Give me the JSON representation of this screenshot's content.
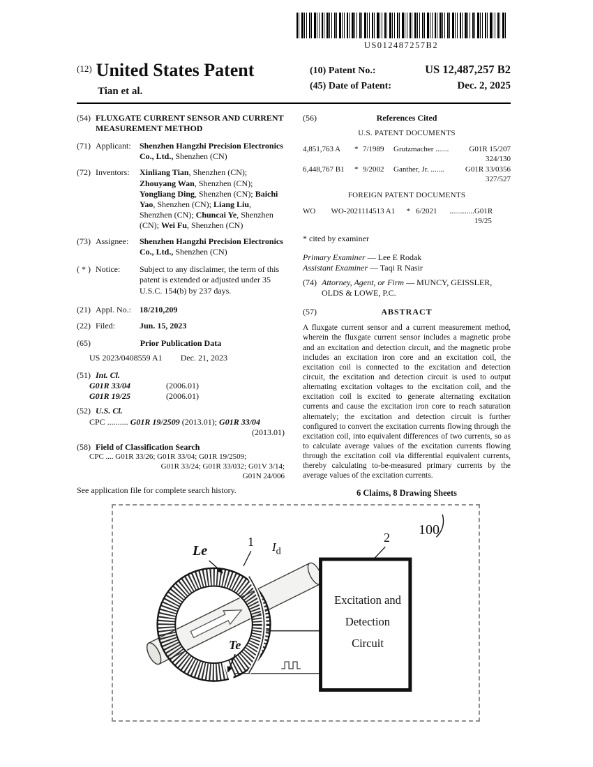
{
  "barcode": {
    "text": "US012487257B2"
  },
  "header": {
    "num12": "(12)",
    "title": "United States Patent",
    "party": "Tian et al.",
    "num10": "(10)",
    "patent_no_label": "Patent No.:",
    "patent_no": "US 12,487,257 B2",
    "num45": "(45)",
    "date_label": "Date of Patent:",
    "date": "Dec. 2, 2025"
  },
  "left": {
    "f54": {
      "num": "(54)",
      "title": "FLUXGATE CURRENT SENSOR AND CURRENT MEASUREMENT METHOD"
    },
    "f71": {
      "num": "(71)",
      "label": "Applicant:",
      "bold": "Shenzhen Hangzhi Precision Electronics Co., Ltd.,",
      "rest": " Shenzhen (CN)"
    },
    "f72": {
      "num": "(72)",
      "label": "Inventors:",
      "entries": [
        {
          "name": "Xinliang Tian",
          "loc": ", Shenzhen (CN); "
        },
        {
          "name": "Zhouyang Wan",
          "loc": ", Shenzhen (CN); "
        },
        {
          "name": "Yongliang Ding",
          "loc": ", Shenzhen (CN); "
        },
        {
          "name": "Baichi Yao",
          "loc": ", Shenzhen (CN); "
        },
        {
          "name": "Liang Liu",
          "loc": ", Shenzhen (CN); "
        },
        {
          "name": "Chuncai Ye",
          "loc": ", Shenzhen (CN); "
        },
        {
          "name": "Wei Fu",
          "loc": ", Shenzhen (CN)"
        }
      ]
    },
    "f73": {
      "num": "(73)",
      "label": "Assignee:",
      "bold": "Shenzhen Hangzhi Precision Electronics Co., Ltd.,",
      "rest": " Shenzhen (CN)"
    },
    "fnotice": {
      "num": "( * )",
      "label": "Notice:",
      "text": "Subject to any disclaimer, the term of this patent is extended or adjusted under 35 U.S.C. 154(b) by 237 days."
    },
    "f21": {
      "num": "(21)",
      "label": "Appl. No.:",
      "value": "18/210,209"
    },
    "f22": {
      "num": "(22)",
      "label": "Filed:",
      "value": "Jun. 15, 2023"
    },
    "f65": {
      "num": "(65)",
      "heading": "Prior Publication Data",
      "pub_no": "US 2023/0408559 A1",
      "pub_date": "Dec. 21, 2023"
    },
    "f51": {
      "num": "(51)",
      "heading": "Int. Cl.",
      "rows": [
        {
          "code": "G01R 33/04",
          "date": "(2006.01)"
        },
        {
          "code": "G01R 19/25",
          "date": "(2006.01)"
        }
      ]
    },
    "f52": {
      "num": "(52)",
      "heading": "U.S. Cl.",
      "prefix": "CPC .......... ",
      "code1": "G01R 19/2509",
      "mid": " (2013.01); ",
      "code2": "G01R 33/04",
      "line2": "(2013.01)"
    },
    "f58": {
      "num": "(58)",
      "heading": "Field of Classification Search",
      "line1": "CPC .... G01R 33/26; G01R 33/04; G01R 19/2509;",
      "line2": "G01R 33/24; G01R 33/032; G01V 3/14;",
      "line3": "G01N 24/006",
      "note": "See application file for complete search history."
    }
  },
  "right": {
    "f56": {
      "num": "(56)",
      "heading": "References Cited"
    },
    "us_heading": "U.S. PATENT DOCUMENTS",
    "us_rows": [
      {
        "pat": "4,851,763 A",
        "star": "*",
        "date": "7/1989",
        "name_dots": "Grutzmacher .......",
        "cls": "G01R 15/207",
        "cls2": "324/130"
      },
      {
        "pat": "6,448,767 B1",
        "star": "*",
        "date": "9/2002",
        "name_dots": "Ganther, Jr. .......",
        "cls": "G01R 33/0356",
        "cls2": "327/527"
      }
    ],
    "foreign_heading": "FOREIGN PATENT DOCUMENTS",
    "foreign_row": {
      "country": "WO",
      "number": "WO-2021114513 A1",
      "star": "*",
      "date": "6/2021",
      "dots": ".............",
      "cls": "G01R 19/25"
    },
    "cited": "* cited by examiner",
    "primary": {
      "label": "Primary Examiner",
      "value": "— Lee E Rodak"
    },
    "assistant": {
      "label": "Assistant Examiner",
      "value": "— Taqi R Nasir"
    },
    "f74": {
      "num": "(74)",
      "label": "Attorney, Agent, or Firm",
      "value": "— MUNCY, GEISSLER, OLDS & LOWE, P.C."
    },
    "f57": {
      "num": "(57)",
      "heading": "ABSTRACT",
      "text": "A fluxgate current sensor and a current measurement method, wherein the fluxgate current sensor includes a magnetic probe and an excitation and detection circuit, and the magnetic probe includes an excitation iron core and an excitation coil, the excitation coil is connected to the excitation and detection circuit, the excitation and detection circuit is used to output alternating excitation voltages to the excitation coil, and the excitation coil is excited to generate alternating excitation currents and cause the excitation iron core to reach saturation alternately; the excitation and detection circuit is further configured to convert the excitation currents flowing through the excitation coil, into equivalent differences of two currents, so as to calculate average values of the excitation currents flowing through the excitation coil via differential equivalent currents, thereby calculating to-be-measured primary currents by the average values of the excitation currents."
    },
    "claims": "6 Claims, 8 Drawing Sheets"
  },
  "figure": {
    "n100": "100",
    "n1": "1",
    "n2": "2",
    "le": "Le",
    "te": "Te",
    "id_main": "I",
    "id_sub": "d",
    "box1": "Excitation and",
    "box2": "Detection",
    "box3": "Circuit"
  }
}
